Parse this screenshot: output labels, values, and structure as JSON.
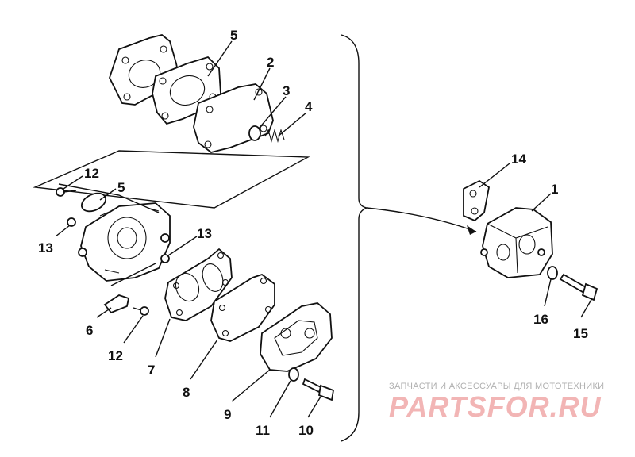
{
  "labels": {
    "p1": "1",
    "p2": "2",
    "p3": "3",
    "p4": "4",
    "p5a": "5",
    "p5b": "5",
    "p6": "6",
    "p7": "7",
    "p8": "8",
    "p9": "9",
    "p10": "10",
    "p11": "11",
    "p12a": "12",
    "p12b": "12",
    "p13a": "13",
    "p13b": "13",
    "p14": "14",
    "p15": "15",
    "p16": "16"
  },
  "watermark": {
    "caption": "ЗАПЧАСТИ И АКСЕССУАРЫ ДЛЯ МОТОТЕХНИКИ",
    "logo": "PARTSFOR.RU"
  }
}
